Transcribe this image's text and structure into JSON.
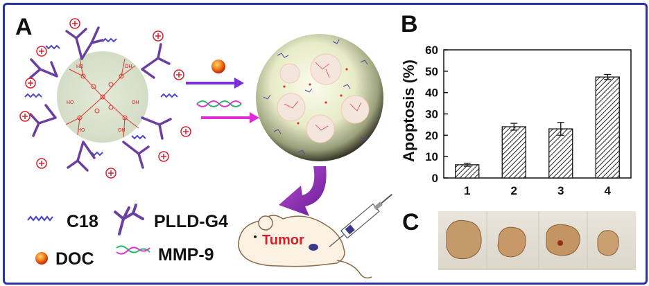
{
  "panels": {
    "a": "A",
    "b": "B",
    "c": "C"
  },
  "legend": {
    "c18": "C18",
    "plld": "PLLD-G4",
    "doc": "DOC",
    "mmp": "MMP-9"
  },
  "mouse": {
    "tumor_label": "Tumor"
  },
  "chart_data": {
    "type": "bar",
    "categories": [
      "1",
      "2",
      "3",
      "4"
    ],
    "values": [
      6.2,
      24.0,
      23.0,
      47.3
    ],
    "errors": [
      0.7,
      1.6,
      3.0,
      1.2
    ],
    "ylabel": "Apoptosis (%)",
    "ylim": [
      0,
      60
    ],
    "yticks": [
      "0",
      "10",
      "20",
      "30",
      "40",
      "50",
      "60"
    ],
    "bar_fill": "hatched",
    "grid": false
  },
  "colors": {
    "border": "#2a2fae",
    "purple": "#6b3fa0",
    "red": "#d81e2a",
    "arrow_violet": "#7b2fd6",
    "arrow_magenta": "#e02bd8"
  }
}
